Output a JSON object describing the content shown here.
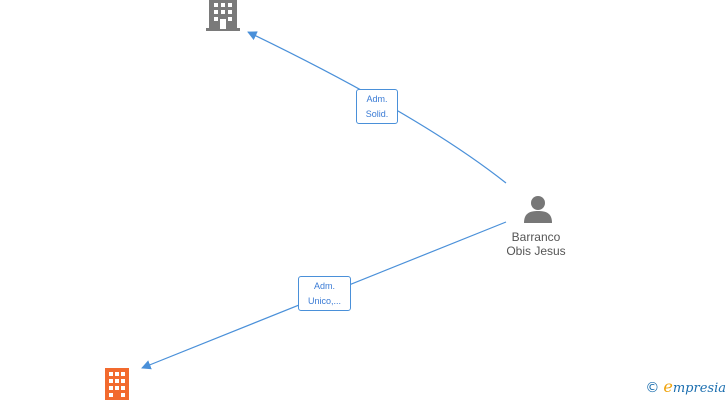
{
  "nodes": {
    "person": {
      "name_line1": "Barranco",
      "name_line2": "Obis Jesus"
    },
    "company_top": {
      "color": "#7a7a7a"
    },
    "company_bottom": {
      "color": "#f26a2e"
    }
  },
  "edges": {
    "top": {
      "line1": "Adm.",
      "line2": "Solid."
    },
    "bottom": {
      "line1": "Adm.",
      "line2": "Unico,..."
    }
  },
  "colors": {
    "edge": "#4a90d9",
    "person_icon": "#777777"
  },
  "footer": {
    "copyright_symbol": "©",
    "brand_first": "e",
    "brand_rest": "mpresia"
  }
}
